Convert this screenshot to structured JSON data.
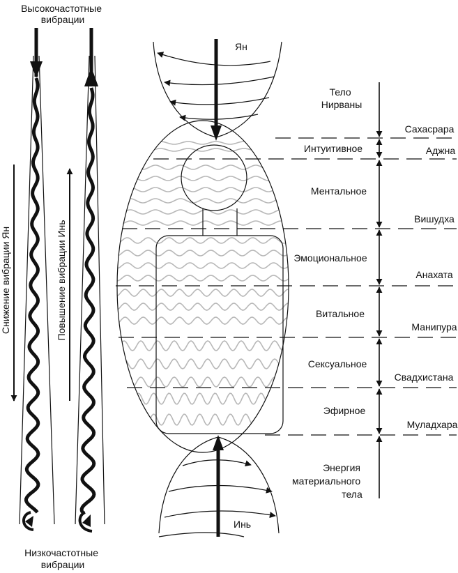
{
  "left": {
    "top_label": [
      "Высокочастотные",
      "вибрации"
    ],
    "bottom_label": [
      "Низкочастотные",
      "вибрации"
    ],
    "yang_side_label": "Снижение вибрации Ян",
    "yin_side_label": "Повышение вибрации Инь"
  },
  "flows": {
    "yang": "Ян",
    "yin": "Инь"
  },
  "bodies": [
    [
      "Тело",
      "Нирваны"
    ],
    [
      "Интуитивное"
    ],
    [
      "Ментальное"
    ],
    [
      "Эмоциональное"
    ],
    [
      "Витальное"
    ],
    [
      "Сексуальное"
    ],
    [
      "Эфирное"
    ],
    [
      "Энергия",
      "материального",
      "тела"
    ]
  ],
  "chakras": [
    "Сахасрара",
    "Аджна",
    "Вишудха",
    "Анахата",
    "Манипура",
    "Свадхистана",
    "Муладхара"
  ],
  "colors": {
    "ink": "#111111",
    "wave": "#b8b8b8",
    "background": "#ffffff"
  }
}
